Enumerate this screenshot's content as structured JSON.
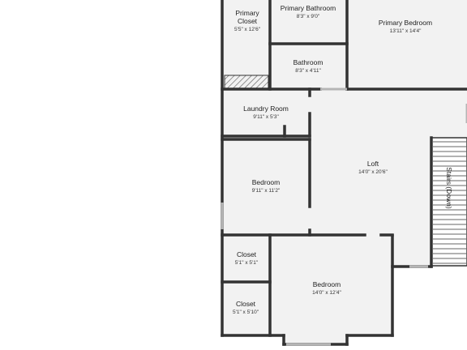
{
  "rooms": {
    "primary_closet": {
      "name_line1": "Primary",
      "name_line2": "Closet",
      "dims": "5'5\" x 12'6\""
    },
    "primary_bathroom": {
      "name": "Primary Bathroom",
      "dims": "8'3\" x 9'0\""
    },
    "primary_bedroom": {
      "name": "Primary Bedroom",
      "dims": "13'11\" x 14'4\""
    },
    "bathroom": {
      "name": "Bathroom",
      "dims": "8'3\" x 4'11\""
    },
    "laundry_room": {
      "name": "Laundry Room",
      "dims": "9'11\" x 5'3\""
    },
    "loft": {
      "name": "Loft",
      "dims": "14'0\" x 20'6\""
    },
    "stairs": {
      "name": "Stairs (Down)"
    },
    "bedroom_1": {
      "name": "Bedroom",
      "dims": "9'11\" x 11'2\""
    },
    "closet_1": {
      "name": "Closet",
      "dims": "5'1\" x 5'1\""
    },
    "bedroom_2": {
      "name": "Bedroom",
      "dims": "14'0\" x 12'4\""
    },
    "closet_2": {
      "name": "Closet",
      "dims": "5'1\" x 5'10\""
    }
  },
  "colors": {
    "wall": "#333333",
    "floor": "#f2f2f2",
    "window": "#c8c8c8",
    "background": "#ffffff"
  }
}
